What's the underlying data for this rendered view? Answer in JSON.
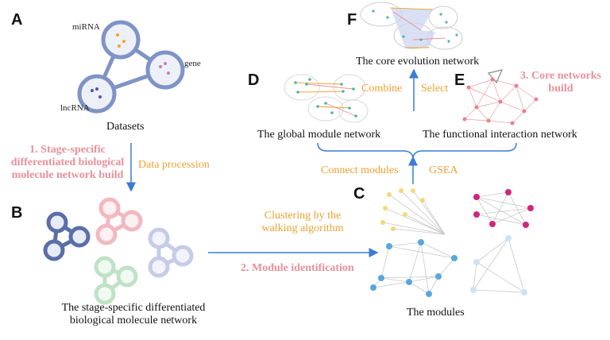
{
  "panels": {
    "a": "A",
    "b": "B",
    "c": "C",
    "d": "D",
    "e": "E",
    "f": "F"
  },
  "datasets": {
    "mirna": "miRNA",
    "gene": "gene",
    "lncrna": "lncRNA",
    "caption": "Datasets"
  },
  "step1": {
    "line1": "1. Stage-specific",
    "line2": "differentiated biological",
    "line3": "molecule network build"
  },
  "data_procession": "Data procession",
  "network_caption": {
    "line1": "The stage-specific differentiated",
    "line2": "biological molecule network"
  },
  "clustering": {
    "line1": "Clustering by the",
    "line2": "walking algorithm"
  },
  "step2": "2. Module identification",
  "modules_caption": "The modules",
  "connect_modules": "Connect modules",
  "gsea": "GSEA",
  "global_caption": "The global module network",
  "functional_caption": "The functional interaction network",
  "combine": "Combine",
  "select": "Select",
  "step3": {
    "line1": "3. Core networks",
    "line2": "build"
  },
  "core_caption": "The core evolution network",
  "colors": {
    "arrow": "#3a7bd5",
    "pink": "#e8909a",
    "orange": "#f0a030",
    "dataset_ring": "#7f93c6"
  }
}
